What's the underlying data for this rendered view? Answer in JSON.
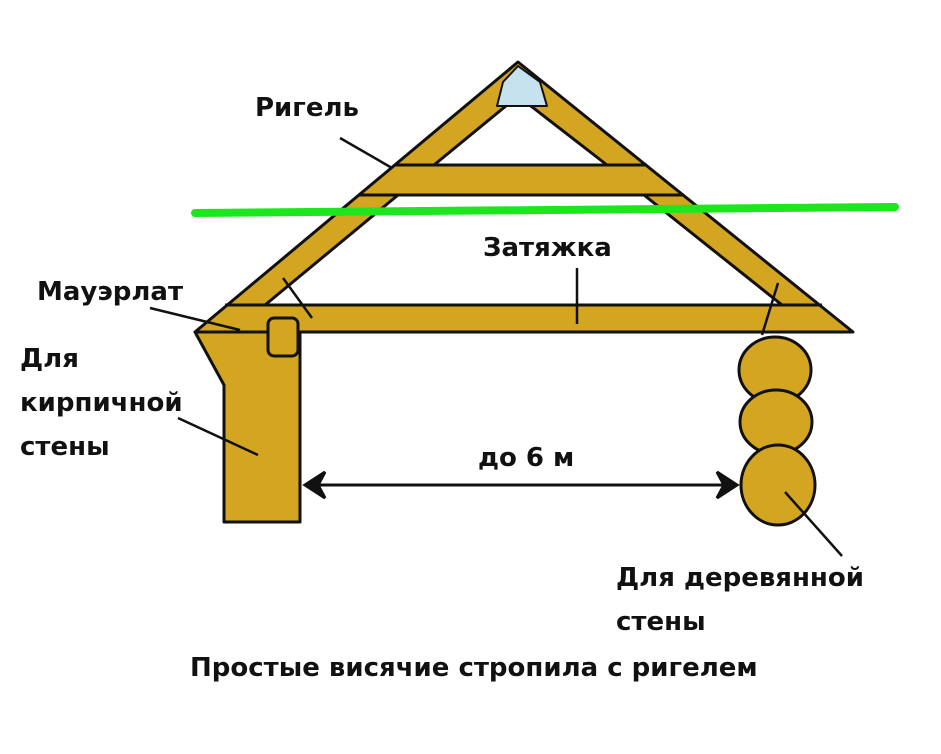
{
  "labels": {
    "rigel": "Ригель",
    "zatyazhka": "Затяжка",
    "mauerlat": "Мауэрлат",
    "brick_wall": [
      "Для",
      "кирпичной",
      "стены"
    ],
    "span": "до 6 м",
    "wood_wall": [
      "Для деревянной",
      "стены"
    ],
    "caption": "Простые висячие стропила с ригелем"
  },
  "colors": {
    "wood": "#d4a520",
    "outline": "#111111",
    "skylight": "#c6e2ef",
    "marker_line": "#1ee61e"
  }
}
